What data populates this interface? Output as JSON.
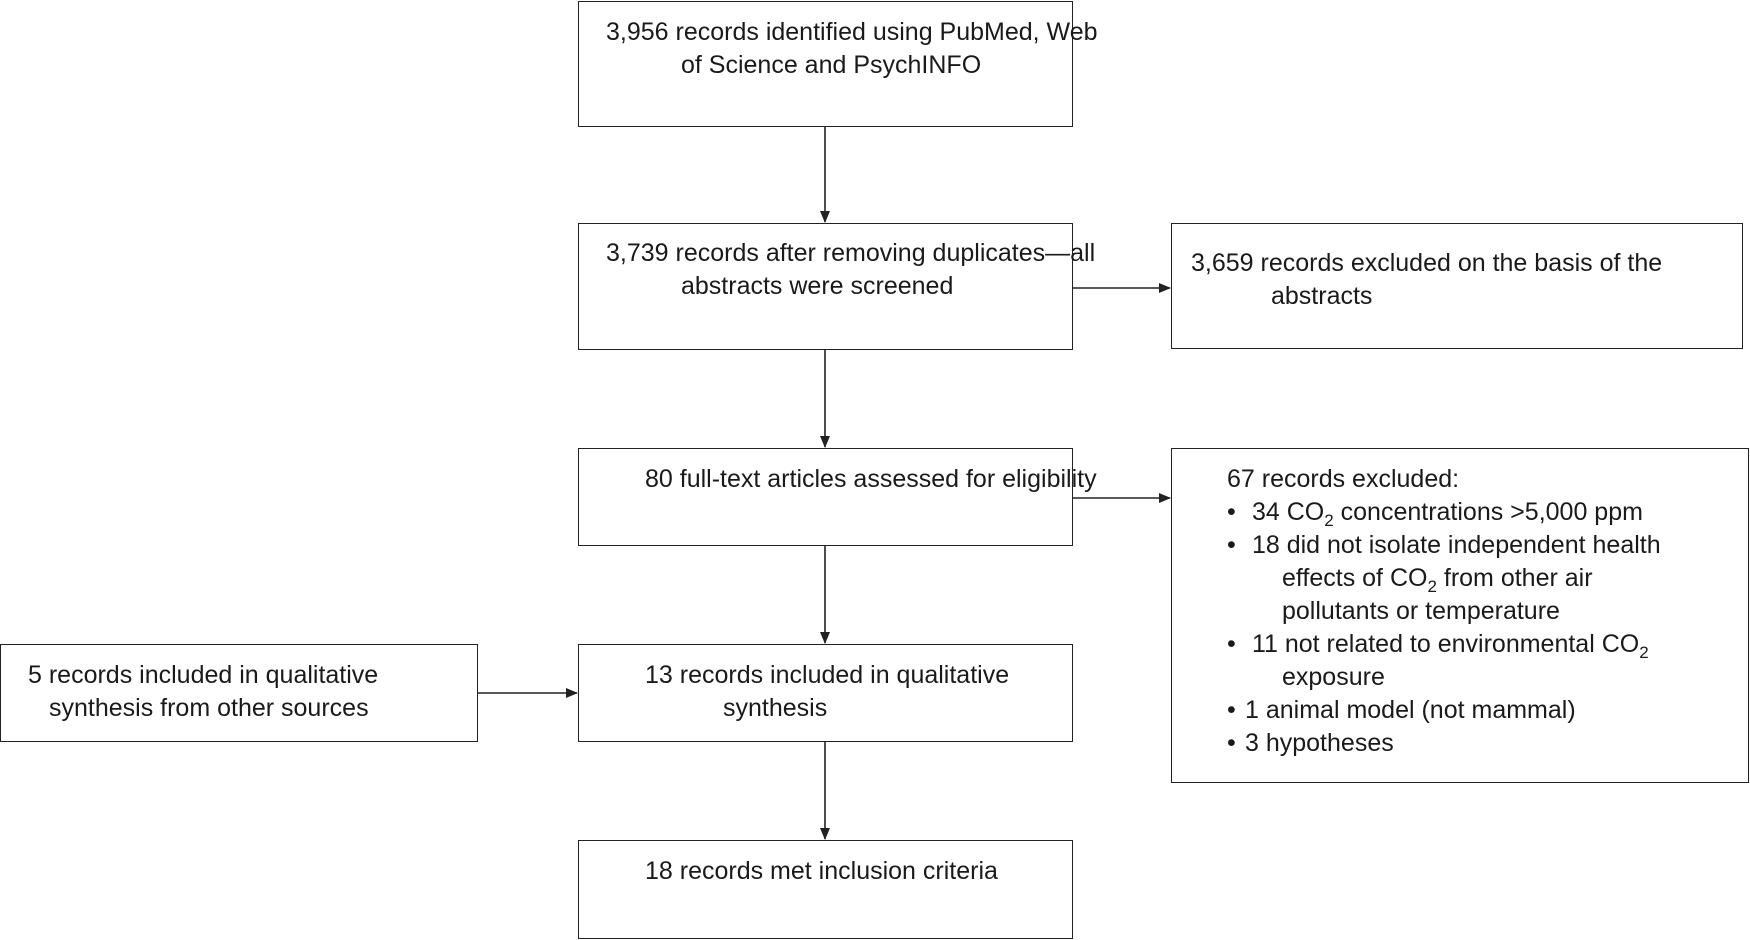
{
  "boxes": {
    "identified": "3,956 records identified using PubMed, Web of Science and PsychINFO",
    "screened": "3,739 records after removing duplicates—all abstracts were screened",
    "excluded_abstracts": "3,659 records excluded on the basis of the abstracts",
    "fulltext": "80 full-text articles assessed for eligibility",
    "other_sources": "5 records included in qualitative synthesis from other sources",
    "included": "13 records included in qualitative synthesis",
    "met_criteria": "18 records met inclusion criteria"
  },
  "exclusions": {
    "heading": "67 records excluded:",
    "co2_symbol": "CO",
    "co2_subscript": "2",
    "item1_count": "34",
    "item1_rest": "concentrations >5,000 ppm",
    "item2_lead": "18 did not isolate independent health effects of",
    "item2_rest": "from other air pollutants or temperature",
    "item3_lead": "11 not related to environmental",
    "item3_rest": "exposure",
    "item4": "1 animal model (not mammal)",
    "item5": "3 hypotheses"
  },
  "colors": {
    "line": "#222222",
    "text": "#1a1a1a",
    "background": "#ffffff"
  }
}
